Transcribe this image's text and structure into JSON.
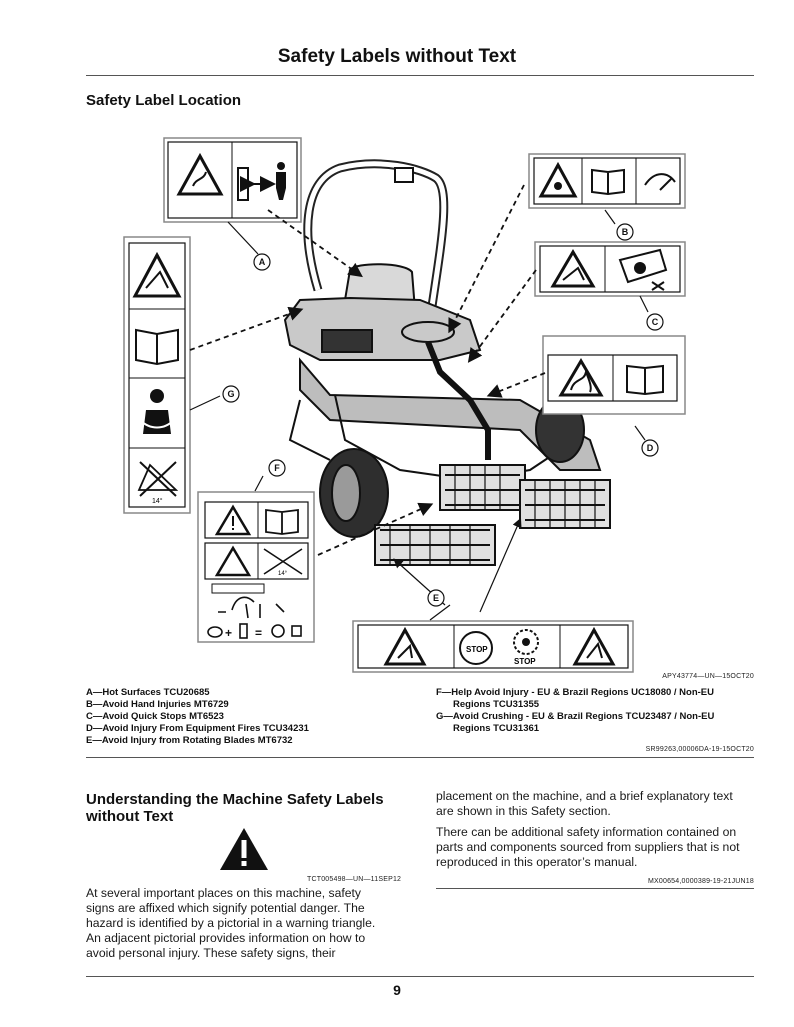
{
  "page": {
    "title": "Safety Labels without Text",
    "section_title": "Safety Label Location",
    "page_number": "9"
  },
  "figure": {
    "figure_code": "APY43774—UN—15OCT20",
    "callouts": [
      "A",
      "B",
      "C",
      "D",
      "E",
      "F",
      "G"
    ],
    "label_stop_text": "STOP",
    "label_angle_text": "14°"
  },
  "legend": {
    "left": [
      "A—Hot Surfaces TCU20685",
      "B—Avoid Hand Injuries MT6729",
      "C—Avoid Quick Stops MT6523",
      "D—Avoid Injury From Equipment Fires TCU34231",
      "E—Avoid Injury from Rotating Blades MT6732"
    ],
    "right_f_line1": "F—Help Avoid Injury - EU & Brazil Regions UC18080 / Non-EU",
    "right_f_line2": "Regions TCU31355",
    "right_g_line1": "G—Avoid Crushing - EU & Brazil Regions TCU23487 / Non-EU",
    "right_g_line2": "Regions TCU31361",
    "ref_code": "SR99263,00006DA-19-15OCT20"
  },
  "understanding": {
    "heading_line1": "Understanding the Machine Safety Labels",
    "heading_line2": "without Text",
    "warning_code": "TCT005498—UN—11SEP12",
    "left_lines": [
      "At several important places on this machine, safety",
      "signs are affixed which signify potential danger. The",
      "hazard is identified by a pictorial in a warning triangle.",
      "An adjacent pictorial provides information on how to",
      "avoid personal injury. These safety signs, their"
    ],
    "right_p1": [
      "placement on the machine, and a brief explanatory text",
      "are shown in this Safety section."
    ],
    "right_p2": [
      "There can be additional safety information contained on",
      "parts and components sourced from suppliers that is not",
      "reproduced in this operator’s manual."
    ],
    "ref_code": "MX00654,0000389-19-21JUN18"
  }
}
